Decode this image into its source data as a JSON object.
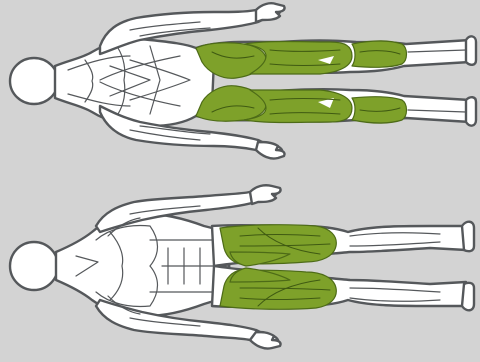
{
  "figure": {
    "views": [
      {
        "id": "posterior",
        "highlighted_regions": [
          "glutes",
          "hamstrings",
          "calves"
        ]
      },
      {
        "id": "anterior",
        "highlighted_regions": [
          "quadriceps",
          "hip-adductors"
        ]
      }
    ]
  },
  "colors": {
    "background": "#d3d3d3",
    "body_fill": "#ffffff",
    "outline": "#55585b",
    "highlight": "#7ea12a",
    "highlight_dark": "#4d6b17"
  }
}
